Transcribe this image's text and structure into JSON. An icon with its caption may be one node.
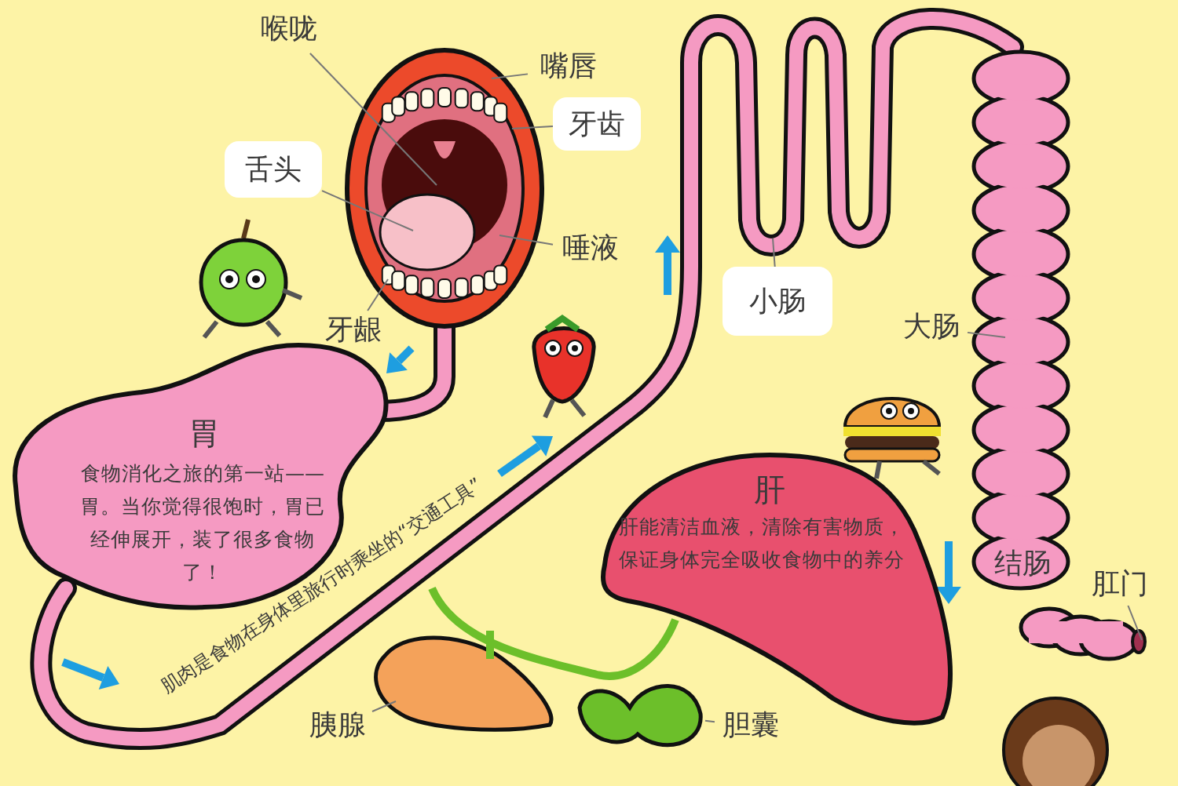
{
  "diagram": {
    "nodes": [
      {
        "text": [
          "喉咙"
        ]
      },
      {
        "text": [
          "嘴唇"
        ]
      },
      {
        "text": [
          "牙齿"
        ]
      },
      {
        "text": [
          "舌头"
        ]
      },
      {
        "text": [
          "唾液"
        ]
      },
      {
        "text": [
          "牙龈"
        ]
      },
      {
        "text": [
          "胃",
          "食物消化之旅的第一站——胃。当你觉得很饱时，胃已经伸展开，装了很多食物了！"
        ]
      },
      {
        "text": [
          "小肠"
        ]
      },
      {
        "text": [
          "大肠"
        ]
      },
      {
        "text": [
          "肝",
          "肝能清洁血液，清除有害物质，保证身体完全吸收食物中的养分"
        ]
      },
      {
        "text": [
          "结肠"
        ]
      },
      {
        "text": [
          "肛门"
        ]
      },
      {
        "text": [
          "胰腺"
        ]
      },
      {
        "text": [
          "胆囊"
        ]
      },
      {
        "text": [],
        "shape": "picture"
      }
    ],
    "edges": [
      {
        "from": 0,
        "to": null,
        "arrow": "none"
      },
      {
        "from": 1,
        "to": null,
        "arrow": "none"
      },
      {
        "from": 2,
        "to": null,
        "arrow": "none"
      },
      {
        "from": 3,
        "to": null,
        "arrow": "none"
      },
      {
        "from": 4,
        "to": null,
        "arrow": "none"
      },
      {
        "from": 5,
        "to": null,
        "arrow": "none"
      },
      {
        "from": 7,
        "to": null,
        "arrow": "none"
      },
      {
        "from": 8,
        "to": null,
        "arrow": "none"
      },
      {
        "from": 11,
        "to": null,
        "arrow": "none"
      },
      {
        "from": 12,
        "to": null,
        "arrow": "none"
      },
      {
        "from": 13,
        "to": 14,
        "arrow": "none"
      }
    ],
    "labels": [
      "肌肉是食物在身体里旅行时乘坐的“交通工具”"
    ]
  }
}
